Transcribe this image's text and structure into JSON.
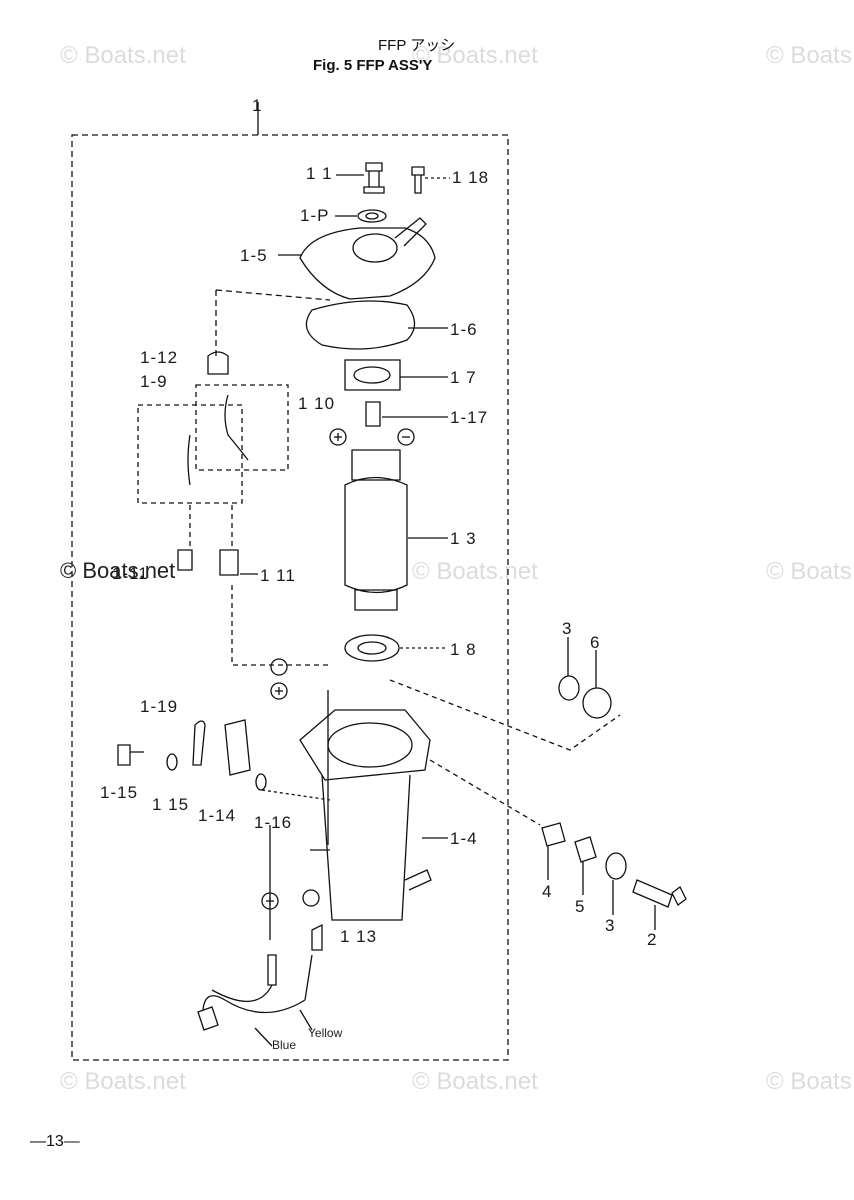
{
  "figure": {
    "title_jp": "FFP アッシ",
    "title_en": "Fig. 5    FFP ASS'Y",
    "page_number": "—13—"
  },
  "watermark": "© Boats.net",
  "wire_colors": {
    "blue": "Blue",
    "yellow": "Yellow"
  },
  "callouts": [
    "1",
    "1 1",
    "1 18",
    "1-P",
    "1-5",
    "1-6",
    "1-12",
    "1-9",
    "1 10",
    "1 7",
    "1-17",
    "1 3",
    "1 11",
    "1-11",
    "1 8",
    "3",
    "6",
    "1-19",
    "1-15",
    "1 15",
    "1-14",
    "1-16",
    "1-4",
    "4",
    "5",
    "3",
    "2",
    "1 13"
  ]
}
